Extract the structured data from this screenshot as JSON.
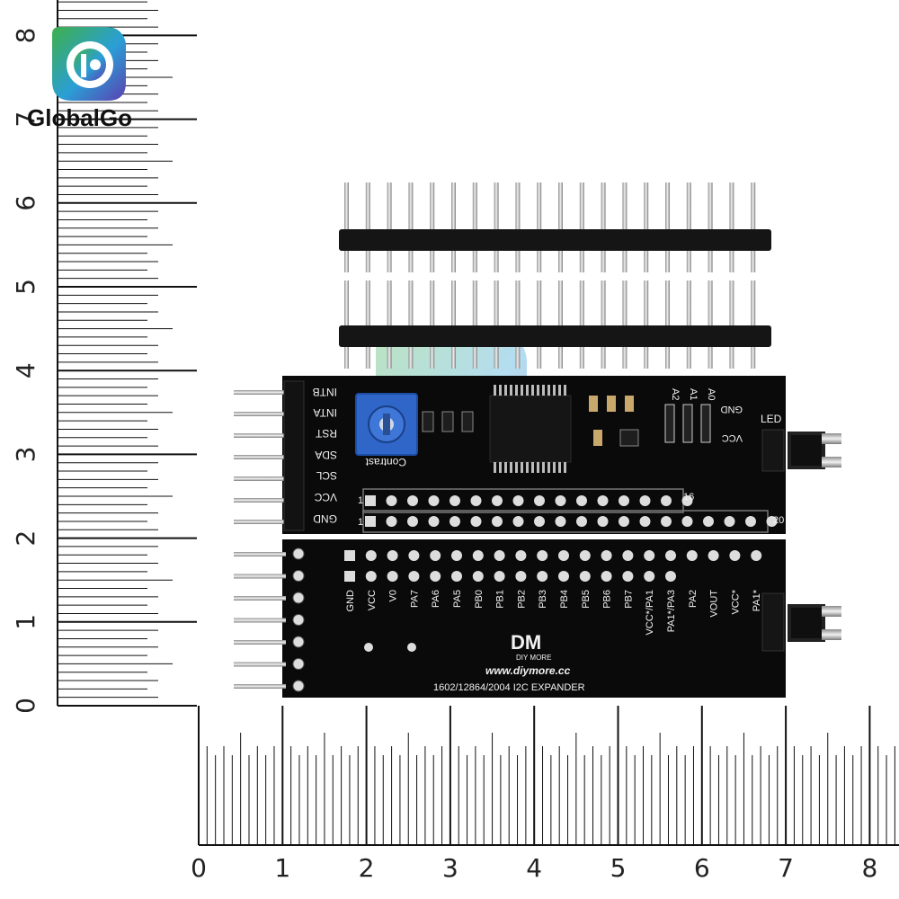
{
  "brand": {
    "name": "GlobalGo"
  },
  "ruler": {
    "left_labels": [
      "0",
      "1",
      "2",
      "3",
      "4",
      "5",
      "6",
      "7",
      "8"
    ],
    "bottom_labels": [
      "0",
      "1",
      "2",
      "3",
      "4",
      "5",
      "6",
      "7",
      "8"
    ]
  },
  "board_top": {
    "side_labels": [
      "INTB",
      "INTA",
      "RST",
      "SDA",
      "SCL",
      "VCC",
      "GND"
    ],
    "pot_label": "Contrast",
    "addr_labels": [
      "A2",
      "A1",
      "A0"
    ],
    "right_labels": [
      "GND",
      "VCC"
    ],
    "led_label": "LED",
    "row_number_16": "16",
    "row_number_20": "20",
    "row_marker": "1"
  },
  "board_bottom": {
    "pin_labels": [
      "GND",
      "VCC",
      "V0",
      "PA7",
      "PA6",
      "PA5",
      "PB0",
      "PB1",
      "PB2",
      "PB3",
      "PB4",
      "PB5",
      "PB6",
      "PB7",
      "VCC*/PA1",
      "PA1*/PA3",
      "PA2",
      "VOUT",
      "VCC*",
      "PA1*"
    ],
    "logo": "DM",
    "logo_sub": "DIY MORE",
    "url": "www.diymore.cc",
    "model": "1602/12864/2004 I2C EXPANDER"
  },
  "colors": {
    "pcb": "#0a0a0a",
    "pot": "#2f66c8",
    "silk": "#f2f2f2"
  }
}
